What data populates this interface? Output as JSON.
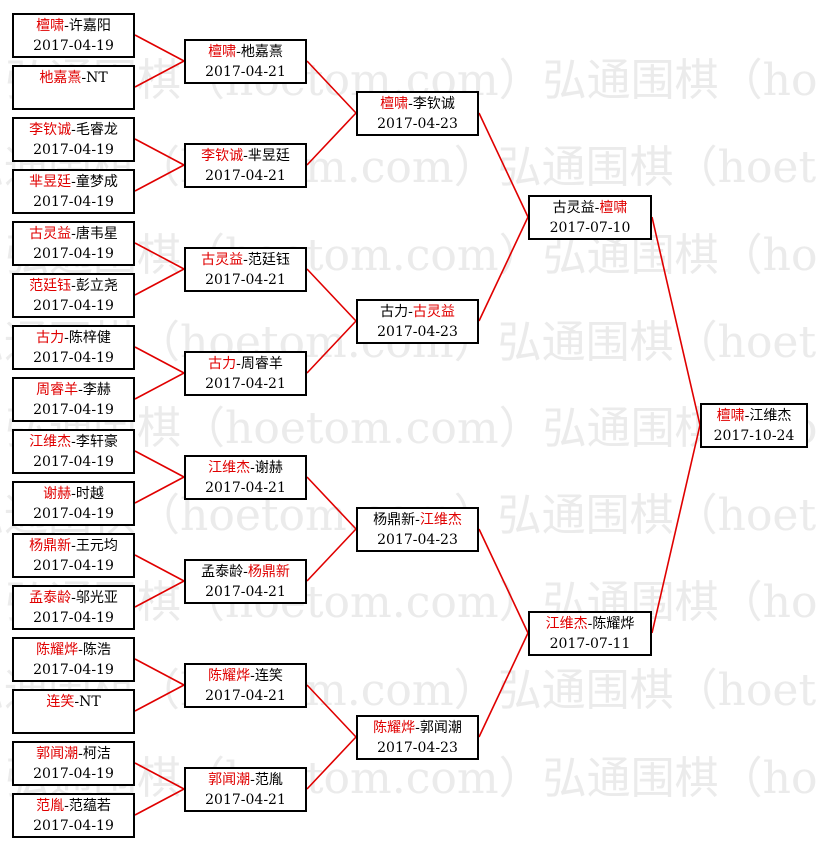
{
  "watermark": "弘通围棋（hoetom.com）",
  "colors": {
    "winner": "#e00000",
    "text": "#000000",
    "line": "#e00000"
  },
  "rounds": [
    [
      {
        "p1": "檀啸",
        "sep": "-",
        "p2": "许嘉阳",
        "winner": "p1",
        "date": "2017-04-19"
      },
      {
        "p1": "杝嘉熹",
        "sep": "-",
        "p2": "NT",
        "winner": "p1",
        "date": ""
      },
      {
        "p1": "李钦诚",
        "sep": "-",
        "p2": "毛睿龙",
        "winner": "p1",
        "date": "2017-04-19"
      },
      {
        "p1": "芈昱廷",
        "sep": "-",
        "p2": "童梦成",
        "winner": "p1",
        "date": "2017-04-19"
      },
      {
        "p1": "古灵益",
        "sep": "-",
        "p2": "唐韦星",
        "winner": "p1",
        "date": "2017-04-19"
      },
      {
        "p1": "范廷钰",
        "sep": "-",
        "p2": "彭立尧",
        "winner": "p1",
        "date": "2017-04-19"
      },
      {
        "p1": "古力",
        "sep": "-",
        "p2": "陈梓健",
        "winner": "p1",
        "date": "2017-04-19"
      },
      {
        "p1": "周睿羊",
        "sep": "-",
        "p2": "李赫",
        "winner": "p1",
        "date": "2017-04-19"
      },
      {
        "p1": "江维杰",
        "sep": "-",
        "p2": "李轩豪",
        "winner": "p1",
        "date": "2017-04-19"
      },
      {
        "p1": "谢赫",
        "sep": "-",
        "p2": "时越",
        "winner": "p1",
        "date": "2017-04-19"
      },
      {
        "p1": "杨鼎新",
        "sep": "-",
        "p2": "王元均",
        "winner": "p1",
        "date": "2017-04-19"
      },
      {
        "p1": "孟泰龄",
        "sep": "-",
        "p2": "邬光亚",
        "winner": "p1",
        "date": "2017-04-19"
      },
      {
        "p1": "陈耀烨",
        "sep": "-",
        "p2": "陈浩",
        "winner": "p1",
        "date": "2017-04-19"
      },
      {
        "p1": "连笑",
        "sep": "-",
        "p2": "NT",
        "winner": "p1",
        "date": ""
      },
      {
        "p1": "郭闻潮",
        "sep": "-",
        "p2": "柯洁",
        "winner": "p1",
        "date": "2017-04-19"
      },
      {
        "p1": "范胤",
        "sep": "-",
        "p2": "范蕴若",
        "winner": "p1",
        "date": "2017-04-19"
      }
    ],
    [
      {
        "p1": "檀啸",
        "sep": "-",
        "p2": "杝嘉熹",
        "winner": "p1",
        "date": "2017-04-21"
      },
      {
        "p1": "李钦诚",
        "sep": "-",
        "p2": "芈昱廷",
        "winner": "p1",
        "date": "2017-04-21"
      },
      {
        "p1": "古灵益",
        "sep": "-",
        "p2": "范廷钰",
        "winner": "p1",
        "date": "2017-04-21"
      },
      {
        "p1": "古力",
        "sep": "-",
        "p2": "周睿羊",
        "winner": "p1",
        "date": "2017-04-21"
      },
      {
        "p1": "江维杰",
        "sep": "-",
        "p2": "谢赫",
        "winner": "p1",
        "date": "2017-04-21"
      },
      {
        "p1": "孟泰龄",
        "sep": "-",
        "p2": "杨鼎新",
        "winner": "p2",
        "date": "2017-04-21"
      },
      {
        "p1": "陈耀烨",
        "sep": "-",
        "p2": "连笑",
        "winner": "p1",
        "date": "2017-04-21"
      },
      {
        "p1": "郭闻潮",
        "sep": "-",
        "p2": "范胤",
        "winner": "p1",
        "date": "2017-04-21"
      }
    ],
    [
      {
        "p1": "檀啸",
        "sep": "-",
        "p2": "李钦诚",
        "winner": "p1",
        "date": "2017-04-23"
      },
      {
        "p1": "古力",
        "sep": "-",
        "p2": "古灵益",
        "winner": "p2",
        "date": "2017-04-23"
      },
      {
        "p1": "杨鼎新",
        "sep": "-",
        "p2": "江维杰",
        "winner": "p2",
        "date": "2017-04-23"
      },
      {
        "p1": "陈耀烨",
        "sep": "-",
        "p2": "郭闻潮",
        "winner": "p1",
        "date": "2017-04-23"
      }
    ],
    [
      {
        "p1": "古灵益",
        "sep": "-",
        "p2": "檀啸",
        "winner": "p2",
        "date": "2017-07-10"
      },
      {
        "p1": "江维杰",
        "sep": "-",
        "p2": "陈耀烨",
        "winner": "p1",
        "date": "2017-07-11"
      }
    ],
    [
      {
        "p1": "檀啸",
        "sep": "-",
        "p2": "江维杰",
        "winner": "p1",
        "date": "2017-10-24"
      }
    ]
  ]
}
